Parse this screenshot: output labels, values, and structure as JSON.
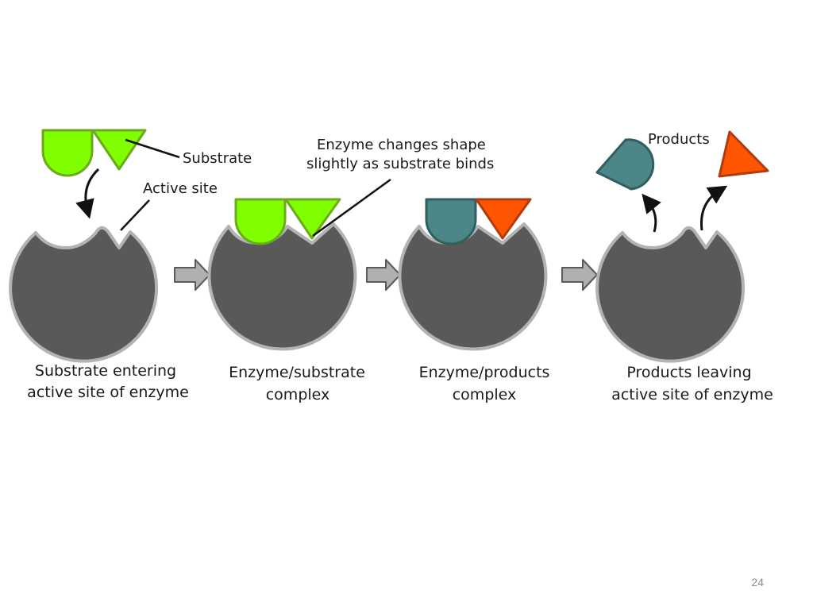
{
  "labels": {
    "substrate": "Substrate",
    "active_site": "Active site",
    "enzyme_changes_line1": "Enzyme changes shape",
    "enzyme_changes_line2": "slightly as substrate binds",
    "products": "Products"
  },
  "captions": [
    {
      "line1": "Substrate entering",
      "line2": "active site of enzyme"
    },
    {
      "line1": "Enzyme/substrate",
      "line2": "complex"
    },
    {
      "line1": "Enzyme/products",
      "line2": "complex"
    },
    {
      "line1": "Products leaving",
      "line2": "active site of enzyme"
    }
  ],
  "colors": {
    "enzyme": "#595959",
    "enzyme_outline": "#b3b3b3",
    "substrate": "#80ff00",
    "product_round": "#4c8686",
    "product_triangle": "#ff5500",
    "process_arrow": "#b0b0b0"
  },
  "slide_number": "24"
}
